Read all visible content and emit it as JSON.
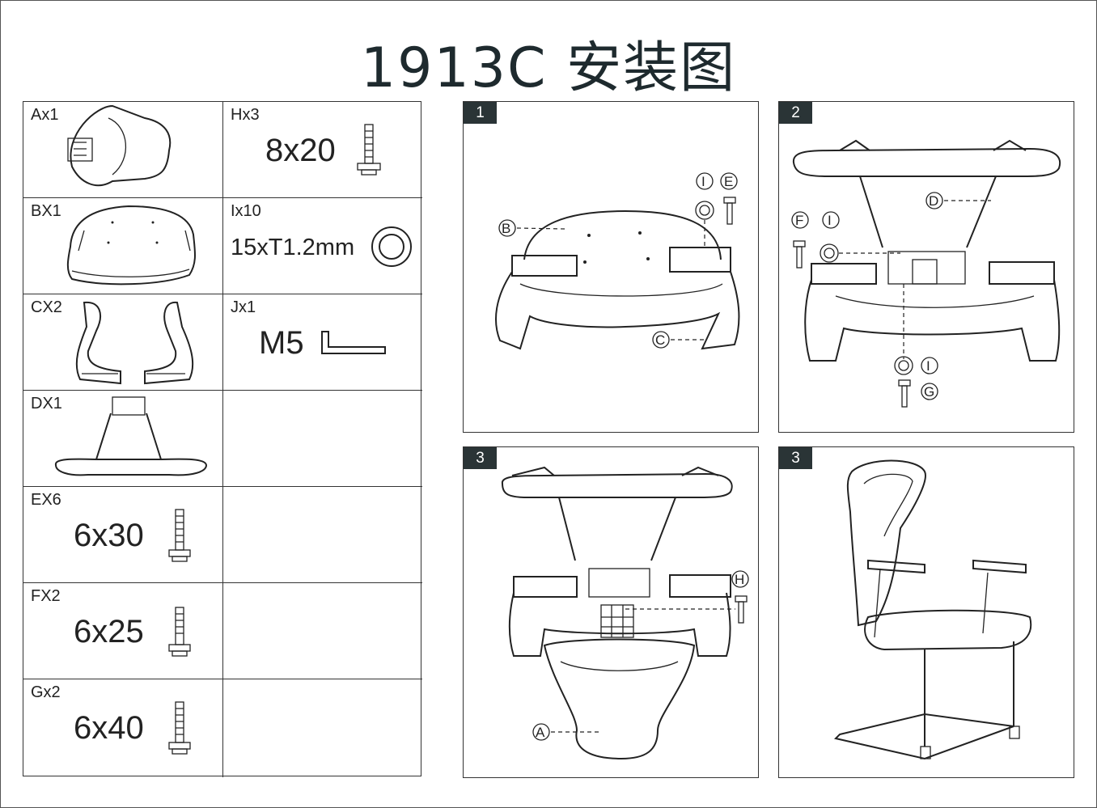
{
  "title": "1913C  安装图",
  "parts": [
    {
      "code": "Ax1",
      "spec": ""
    },
    {
      "code": "BX1",
      "spec": ""
    },
    {
      "code": "CX2",
      "spec": ""
    },
    {
      "code": "DX1",
      "spec": ""
    },
    {
      "code": "EX6",
      "spec": "6x30"
    },
    {
      "code": "FX2",
      "spec": "6x25"
    },
    {
      "code": "Gx2",
      "spec": "6x40"
    },
    {
      "code": "Hx3",
      "spec": "8x20"
    },
    {
      "code": "Ix10",
      "spec": "15xT1.2mm"
    },
    {
      "code": "Jx1",
      "spec": "M5"
    }
  ],
  "steps": [
    {
      "number": "1",
      "labels": [
        "B",
        "C",
        "I",
        "E"
      ]
    },
    {
      "number": "2",
      "labels": [
        "D",
        "F",
        "I",
        "I",
        "G"
      ]
    },
    {
      "number": "3",
      "labels": [
        "H",
        "A"
      ]
    },
    {
      "number": "3",
      "labels": []
    }
  ]
}
